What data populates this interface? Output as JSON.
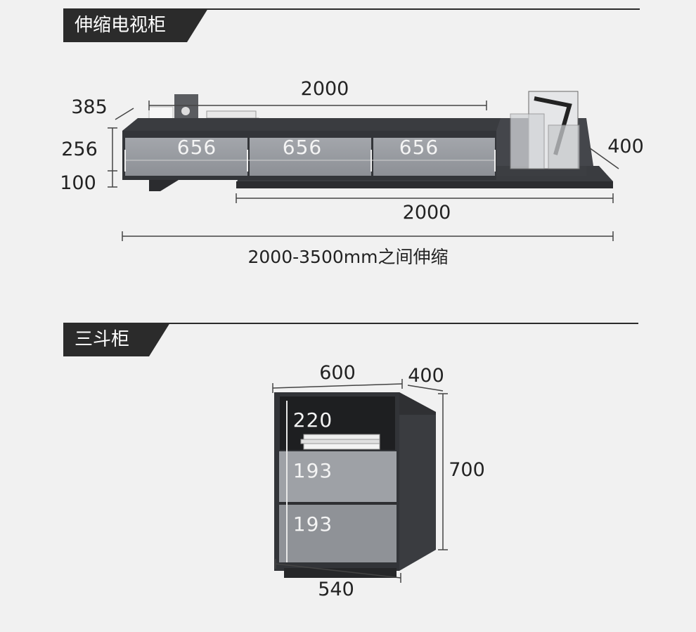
{
  "sections": [
    {
      "title": "伸缩电视柜"
    },
    {
      "title": "三斗柜"
    }
  ],
  "tv_cabinet": {
    "top_width": "2000",
    "depth": "385",
    "height": "256",
    "leg_height": "100",
    "drawer_widths": [
      "656",
      "656",
      "656"
    ],
    "extension_depth": "400",
    "extension_width": "2000",
    "range_caption": "2000-3500mm之间伸缩"
  },
  "drawer_cabinet": {
    "width": "600",
    "depth": "400",
    "height": "700",
    "base_width": "540",
    "compartments": [
      "220",
      "193",
      "193"
    ]
  }
}
